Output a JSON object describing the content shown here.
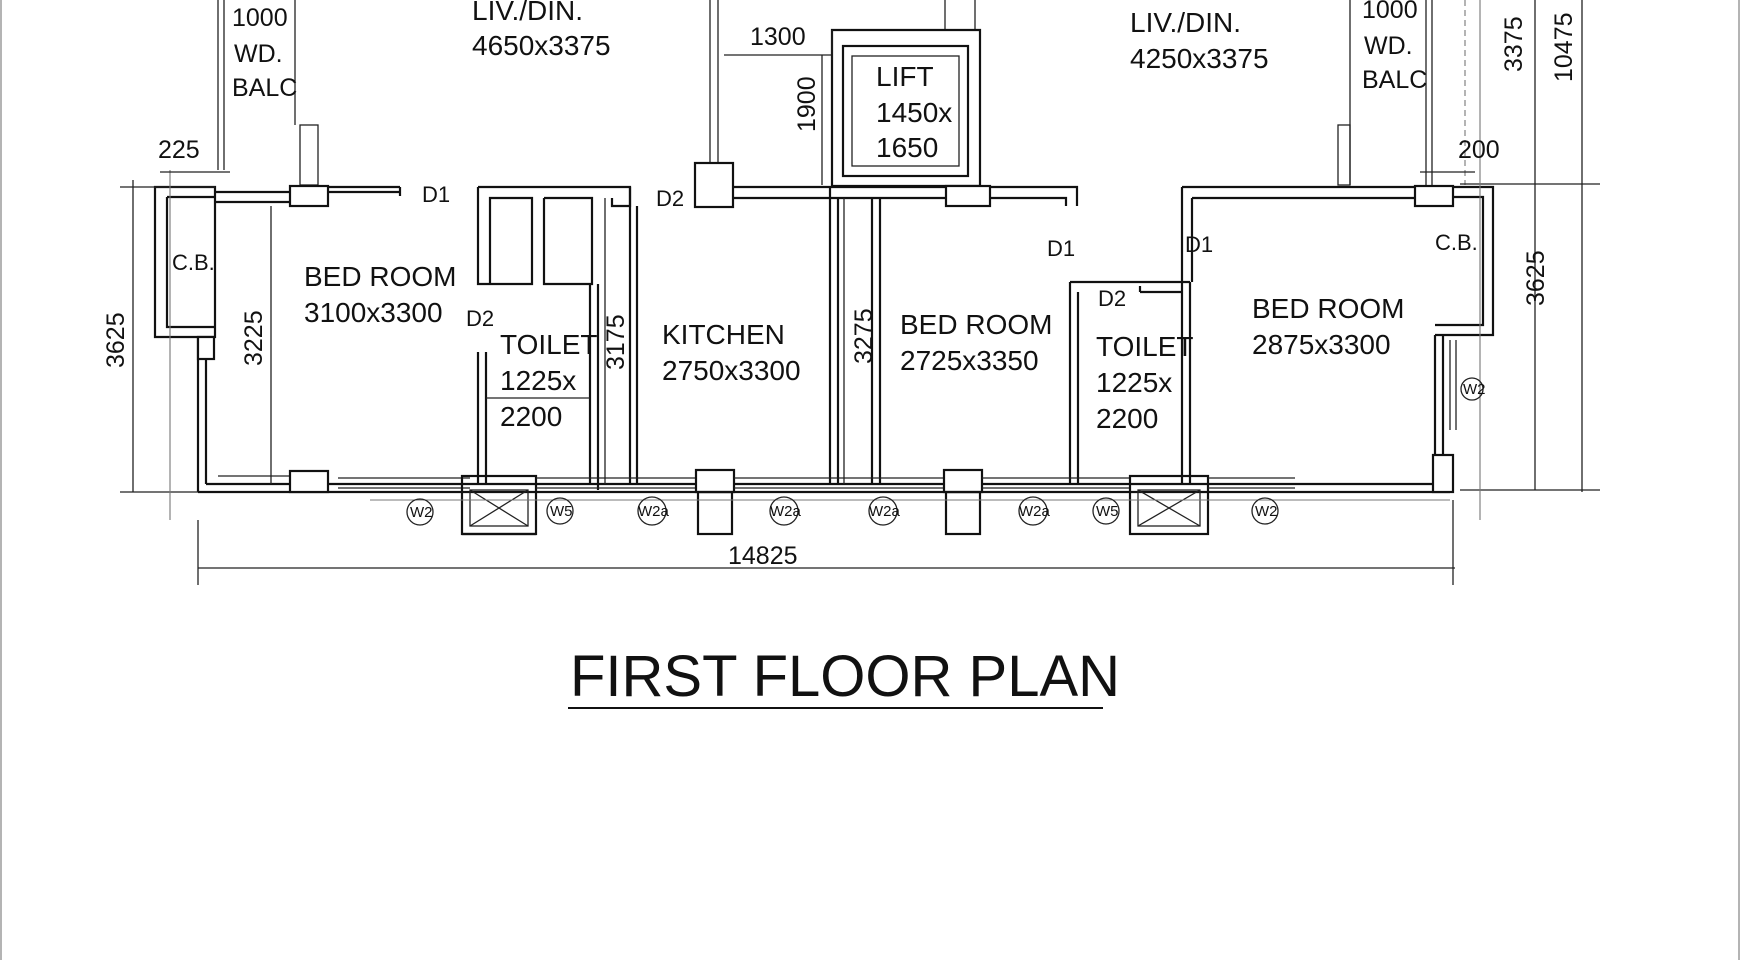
{
  "drawing": {
    "title": "FIRST FLOOR PLAN",
    "rooms": {
      "liv_left": {
        "name": "LIV./DIN.",
        "size": "4650x3375"
      },
      "liv_right": {
        "name": "LIV./DIN.",
        "size": "4250x3375"
      },
      "balc_left": {
        "line1": "1000",
        "line2": "WD.",
        "line3": "BALC"
      },
      "balc_right": {
        "line1": "1000",
        "line2": "WD.",
        "line3": "BALC"
      },
      "lift": {
        "line1": "LIFT",
        "line2": "1450x",
        "line3": "1650"
      },
      "bed_left": {
        "name": "BED ROOM",
        "size": "3100x3300"
      },
      "toilet_left": {
        "line1": "TOILET",
        "line2": "1225x",
        "line3": "2200"
      },
      "kitchen": {
        "name": "KITCHEN",
        "size": "2750x3300"
      },
      "bed_mid": {
        "name": "BED ROOM",
        "size": "2725x3350"
      },
      "toilet_right": {
        "line1": "TOILET",
        "line2": "1225x",
        "line3": "2200"
      },
      "bed_right": {
        "name": "BED ROOM",
        "size": "2875x3300"
      },
      "cb_left": "C.B.",
      "cb_right": "C.B."
    },
    "doors": {
      "d1_a": "D1",
      "d2_a": "D2",
      "d2_b": "D2",
      "d1_b": "D1",
      "d1_c": "D1",
      "d2_c": "D2"
    },
    "windows": {
      "w2_a": "W2",
      "w5_a": "W5",
      "w2a_a": "W2a",
      "w2a_b": "W2a",
      "w2a_c": "W2a",
      "w2a_d": "W2a",
      "w5_b": "W5",
      "w2_b": "W2",
      "w2_c": "W2"
    },
    "dimensions": {
      "d225": "225",
      "d1300": "1300",
      "d1900": "1900",
      "d200": "200",
      "d3375": "3375",
      "d10475": "10475",
      "d3625_left": "3625",
      "d3225": "3225",
      "d3175": "3175",
      "d3275": "3275",
      "d3625_right": "3625",
      "d14825": "14825"
    }
  }
}
